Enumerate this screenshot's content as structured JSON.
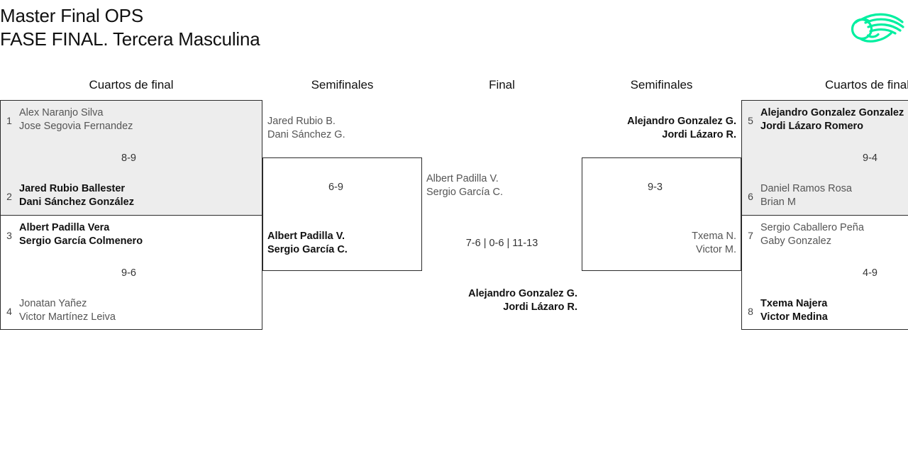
{
  "header": {
    "title_line1": "Master Final OPS",
    "title_line2": "FASE FINAL. Tercera Masculina",
    "logo": {
      "name": "padel-ball-swoosh-logo",
      "color": "#00efa0"
    }
  },
  "round_headers": {
    "left_quarters": "Cuartos de final",
    "left_semis": "Semifinales",
    "final": "Final",
    "right_semis": "Semifinales",
    "right_quarters": "Cuartos de final"
  },
  "bracket": {
    "left_quarterfinals": [
      {
        "score": "8-9",
        "top": {
          "seed": "1",
          "player1": "Alex Naranjo Silva",
          "player2": "Jose Segovia Fernandez",
          "result": "loser"
        },
        "bottom": {
          "seed": "2",
          "player1": "Jared Rubio Ballester",
          "player2": "Dani Sánchez González",
          "result": "winner"
        }
      },
      {
        "score": "9-6",
        "top": {
          "seed": "3",
          "player1": "Albert Padilla Vera",
          "player2": "Sergio García Colmenero",
          "result": "winner"
        },
        "bottom": {
          "seed": "4",
          "player1": "Jonatan Yañez",
          "player2": "Victor Martínez Leiva",
          "result": "loser"
        }
      }
    ],
    "left_semifinal": {
      "score": "6-9",
      "top": {
        "player1": "Jared Rubio B.",
        "player2": "Dani Sánchez G.",
        "result": "loser"
      },
      "bottom": {
        "player1": "Albert Padilla V.",
        "player2": "Sergio García C.",
        "result": "winner"
      }
    },
    "final": {
      "score": "7-6 | 0-6 | 11-13",
      "top": {
        "player1": "Albert Padilla V.",
        "player2": "Sergio García C.",
        "result": "loser"
      },
      "bottom": {
        "player1": "Alejandro Gonzalez G.",
        "player2": "Jordi Lázaro R.",
        "result": "winner"
      }
    },
    "right_semifinal": {
      "score": "9-3",
      "top": {
        "player1": "Alejandro Gonzalez G.",
        "player2": "Jordi Lázaro R.",
        "result": "winner"
      },
      "bottom": {
        "player1": "Txema N.",
        "player2": "Victor M.",
        "result": "loser"
      }
    },
    "right_quarterfinals": [
      {
        "score": "9-4",
        "top": {
          "seed": "5",
          "player1": "Alejandro Gonzalez Gonzalez",
          "player2": "Jordi Lázaro Romero",
          "result": "winner"
        },
        "bottom": {
          "seed": "6",
          "player1": "Daniel Ramos Rosa",
          "player2": "Brian M",
          "result": "loser"
        }
      },
      {
        "score": "4-9",
        "top": {
          "seed": "7",
          "player1": "Sergio Caballero Peña",
          "player2": "Gaby Gonzalez",
          "result": "loser"
        },
        "bottom": {
          "seed": "8",
          "player1": "Txema Najera",
          "player2": "Victor Medina",
          "result": "winner"
        }
      }
    ]
  }
}
